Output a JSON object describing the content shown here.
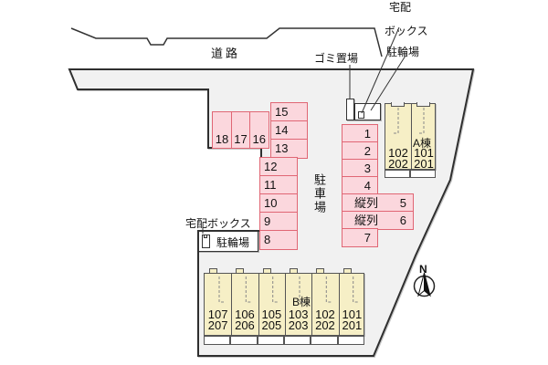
{
  "site": {
    "road_label": "道路",
    "parking_lot_label": "駐車場",
    "compass_label": "N"
  },
  "annotations": {
    "delivery_box_top_line1": "宅配",
    "delivery_box_top_line2": "ボックス",
    "garbage_area": "ゴミ置場",
    "bicycle_parking_top": "駐輪場",
    "delivery_box_left": "宅配ボックス",
    "bicycle_parking_left": "駐輪場"
  },
  "parking": {
    "top_row": [
      "18",
      "17",
      "16"
    ],
    "left_upper": [
      "15",
      "14",
      "13"
    ],
    "left_lower": [
      "12",
      "11",
      "10",
      "9",
      "8"
    ],
    "right_rows": [
      {
        "zone": "",
        "num": "1"
      },
      {
        "zone": "",
        "num": "2"
      },
      {
        "zone": "",
        "num": "3"
      },
      {
        "zone": "",
        "num": "4"
      },
      {
        "zone": "縦列",
        "num": "5"
      },
      {
        "zone": "縦列",
        "num": "6"
      },
      {
        "zone": "",
        "num": "7"
      }
    ]
  },
  "building_a": {
    "name": "A棟",
    "units": [
      {
        "line1": "102",
        "line2": "202"
      },
      {
        "line1": "101",
        "line2": "201"
      }
    ]
  },
  "building_b": {
    "name": "B棟",
    "units": [
      {
        "line1": "107",
        "line2": "207"
      },
      {
        "line1": "106",
        "line2": "206"
      },
      {
        "line1": "105",
        "line2": "205"
      },
      {
        "line1": "103",
        "line2": "203"
      },
      {
        "line1": "102",
        "line2": "202"
      },
      {
        "line1": "101",
        "line2": "201"
      }
    ]
  },
  "colors": {
    "site_fill": "#f1f1f1",
    "boundary": "#2f2f2f",
    "parking_fill": "#fbd7dd",
    "parking_border": "#e06674",
    "building_fill": "#f6efc6"
  }
}
